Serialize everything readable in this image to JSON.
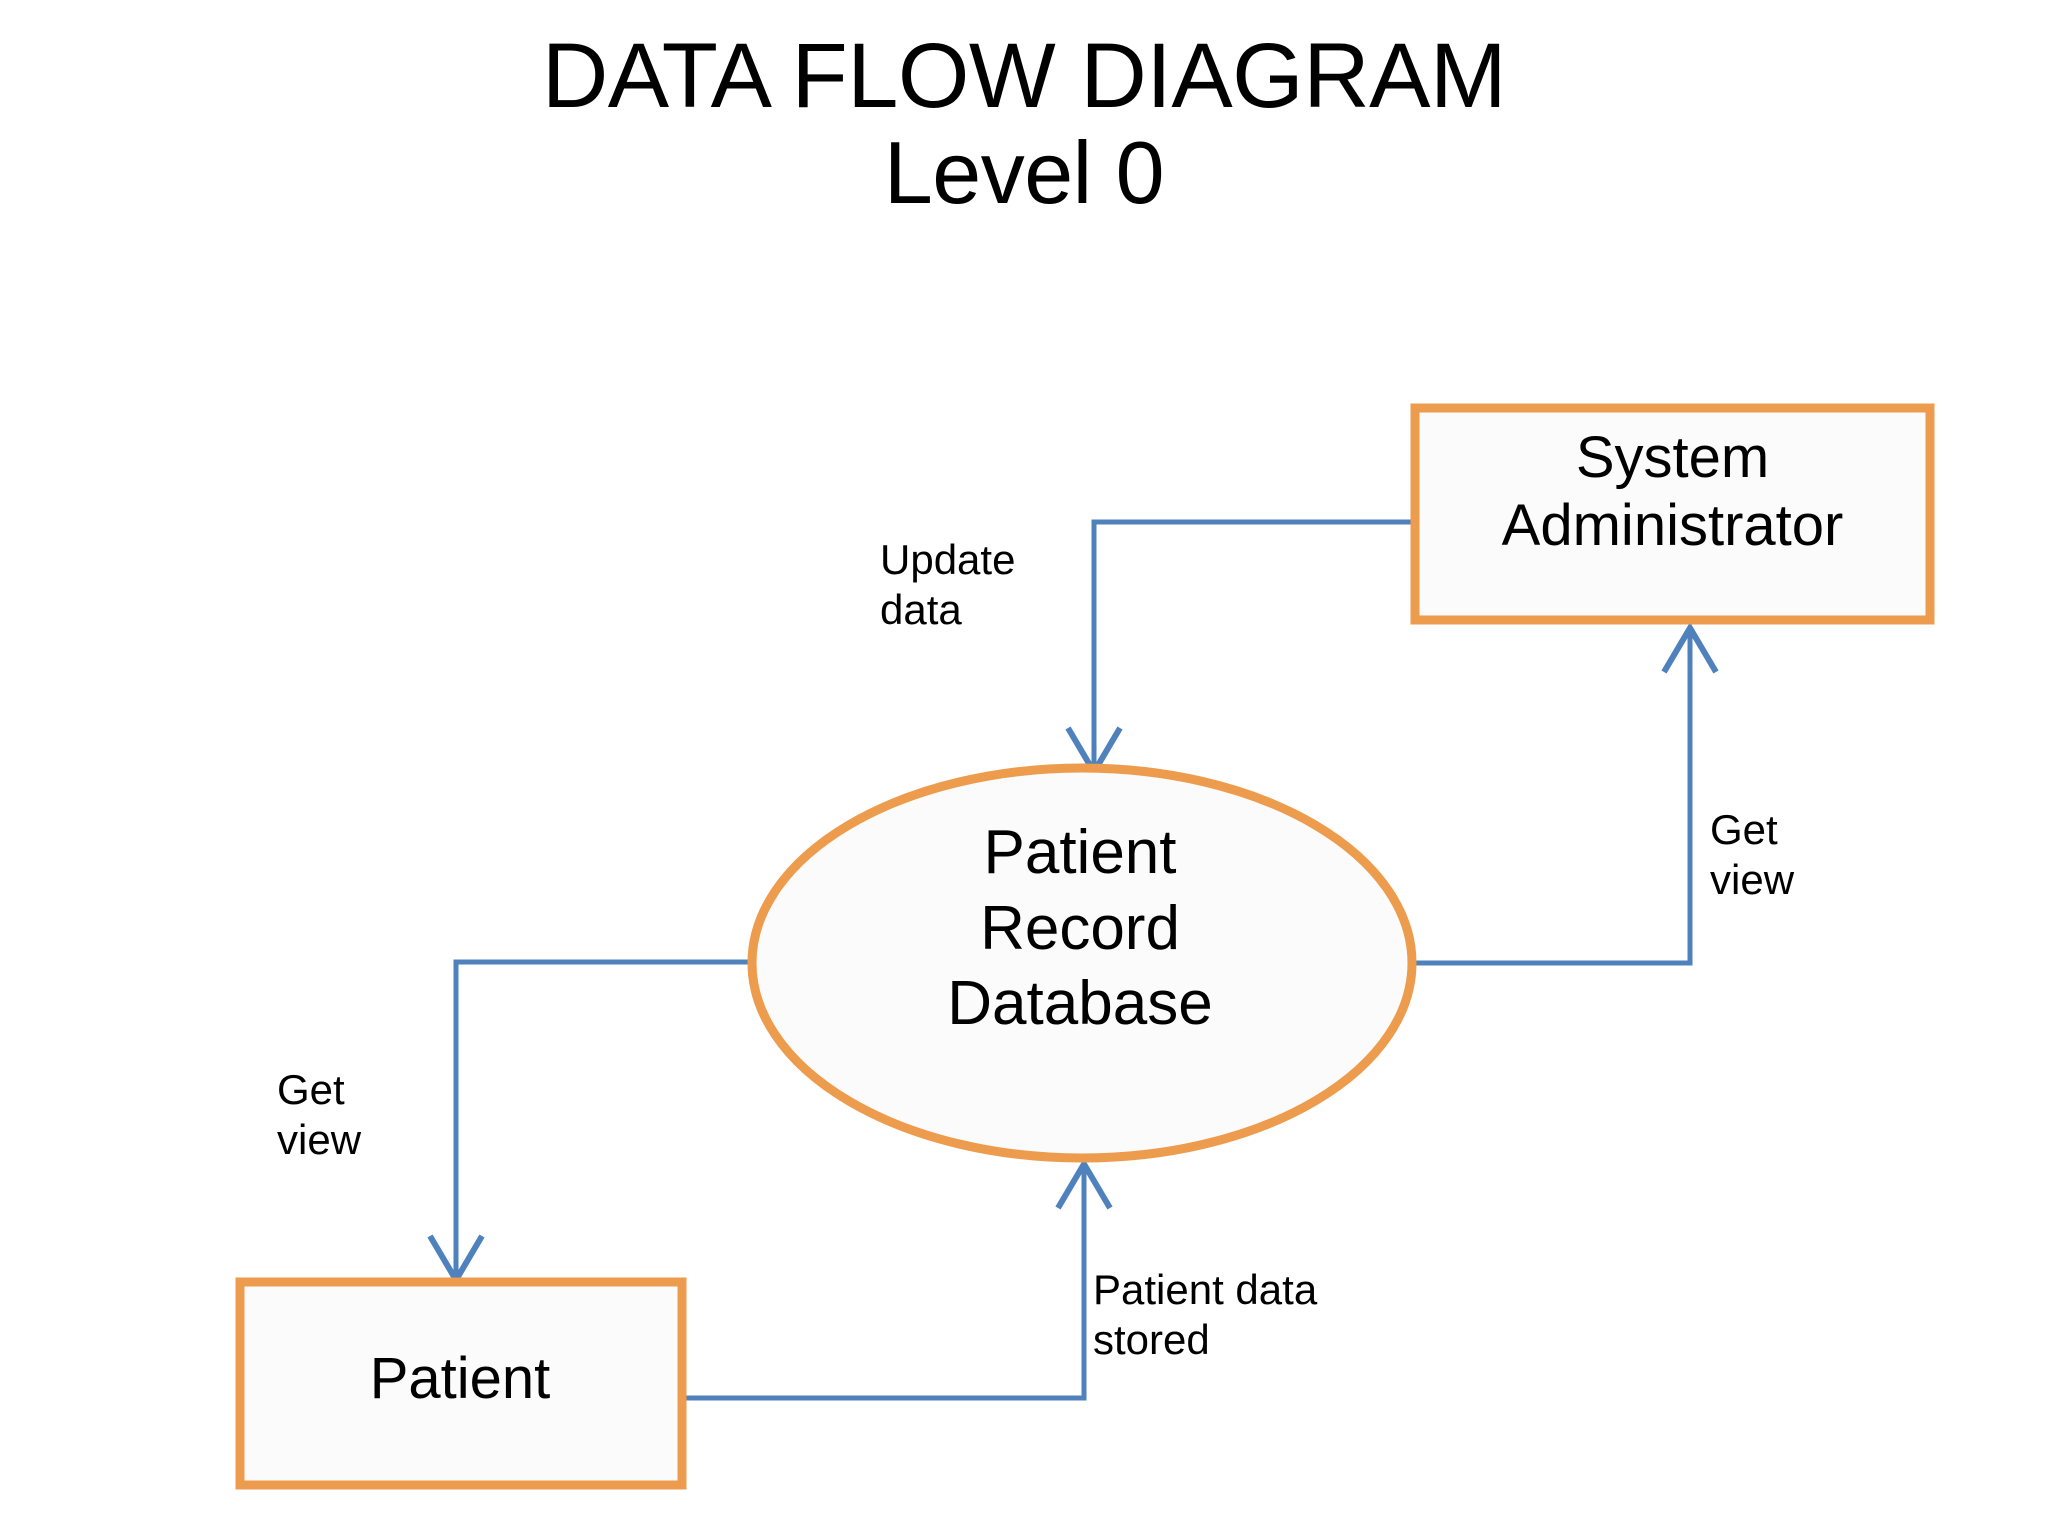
{
  "title": {
    "line1": "DATA FLOW DIAGRAM",
    "line2": "Level 0"
  },
  "colors": {
    "node_border": "#ED9B4D",
    "node_fill": "#FBFBFB",
    "connector": "#4F81BD",
    "text": "#000000",
    "background": "#FFFFFF"
  },
  "diagram": {
    "type": "data-flow-diagram",
    "level": "0",
    "nodes": [
      {
        "id": "system-administrator",
        "label": "System\nAdministrator",
        "shape": "rectangle",
        "role": "external-entity"
      },
      {
        "id": "patient-record-database",
        "label": "Patient\nRecord\nDatabase",
        "shape": "ellipse",
        "role": "process"
      },
      {
        "id": "patient",
        "label": "Patient",
        "shape": "rectangle",
        "role": "external-entity"
      }
    ],
    "flows": [
      {
        "id": "update-data",
        "label": "Update\ndata",
        "from": "system-administrator",
        "to": "patient-record-database",
        "arrow": "open-v"
      },
      {
        "id": "get-view-admin",
        "label": "Get\nview",
        "from": "patient-record-database",
        "to": "system-administrator",
        "arrow": "open-v"
      },
      {
        "id": "get-view-patient",
        "label": "Get\nview",
        "from": "patient-record-database",
        "to": "patient",
        "arrow": "open-v"
      },
      {
        "id": "patient-data-stored",
        "label": "Patient data\nstored",
        "from": "patient",
        "to": "patient-record-database",
        "arrow": "open-v"
      }
    ]
  }
}
